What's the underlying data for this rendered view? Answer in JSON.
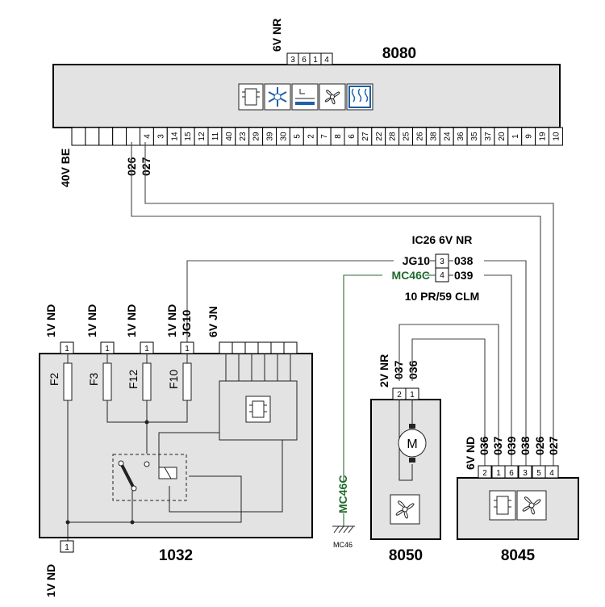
{
  "components": {
    "ecu": {
      "id": "8080"
    },
    "fusebox": {
      "id": "1032"
    },
    "fan": {
      "id": "8050"
    },
    "module": {
      "id": "8045"
    }
  },
  "connectors": {
    "ecu_top": {
      "label": "6V NR",
      "pins": [
        "3",
        "6",
        "1",
        "4"
      ]
    },
    "ecu_bottom": {
      "label": "40V BE",
      "pins": [
        "",
        "",
        "",
        "",
        "",
        "4",
        "3",
        "14",
        "15",
        "12",
        "11",
        "40",
        "23",
        "29",
        "39",
        "30",
        "5",
        "2",
        "7",
        "8",
        "6",
        "27",
        "22",
        "28",
        "25",
        "26",
        "38",
        "24",
        "36",
        "35",
        "37",
        "20",
        "1",
        "9",
        "19",
        "10"
      ]
    },
    "ic26": {
      "title": "IC26 6V NR",
      "pin3": "3",
      "pin4": "4",
      "subtitle": "10 PR/59 CLM"
    },
    "fuse_top": {
      "f2": "1V ND",
      "f3": "1V ND",
      "f12": "1V ND",
      "f10": "1V ND",
      "jg10": "JG10",
      "jn": "6V JN",
      "pin": "1"
    },
    "fuse_bottom": {
      "label": "1V ND",
      "pin": "1"
    },
    "fan": {
      "label": "2V NR",
      "pin2": "2",
      "pin1": "1"
    },
    "module": {
      "label": "6V ND",
      "pins": [
        "2",
        "1",
        "6",
        "3",
        "5",
        "4"
      ]
    }
  },
  "fuses": {
    "f2": "F2",
    "f3": "F3",
    "f12": "F12",
    "f10": "F10"
  },
  "wires": {
    "w026": "026",
    "w027": "027",
    "w038": "038",
    "w039": "039",
    "w036": "036",
    "w037": "037",
    "jg10": "JG10",
    "mc46c": "MC46C"
  },
  "ground": {
    "wire": "MC46C",
    "label": "MC46"
  },
  "motor": {
    "symbol": "M"
  },
  "colors": {
    "box": "#e3e3e3",
    "green": "#1f6b2c",
    "wire": "#444444"
  }
}
